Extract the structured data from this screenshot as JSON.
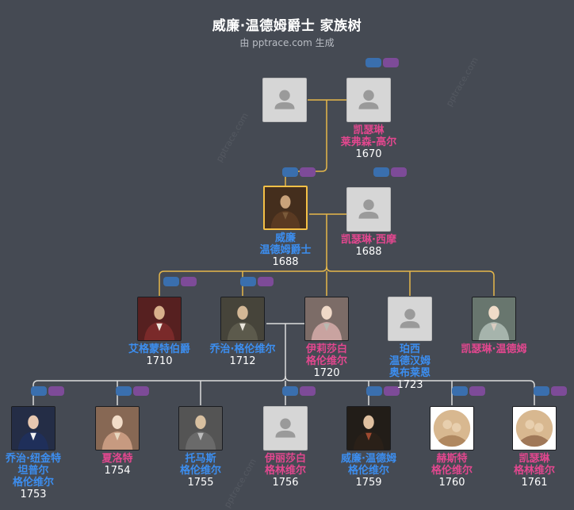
{
  "header": {
    "title": "威廉·温德姆爵士 家族树",
    "subtitle": "由 pptrace.com 生成",
    "watermark": "pptrace.com"
  },
  "colors": {
    "background": "#454a53",
    "male": "#3c8ef0",
    "female": "#e3478f",
    "focus_border": "#f5c046",
    "link_line": "#e6b84a",
    "child_line": "#dcdcdc"
  },
  "people": {
    "gf": {
      "name": [],
      "year": "",
      "gender": "m",
      "photo": "placeholder"
    },
    "gm": {
      "name": [
        "凯瑟琳",
        "莱弗森-高尔"
      ],
      "year": "1670",
      "gender": "f",
      "photo": "placeholder"
    },
    "william": {
      "name": [
        "威廉",
        "温德姆爵士"
      ],
      "year": "1688",
      "gender": "m",
      "photo": "portrait",
      "focus": true
    },
    "wife": {
      "name": [
        "凯瑟琳·西摩"
      ],
      "year": "1688",
      "gender": "f",
      "photo": "placeholder"
    },
    "c1": {
      "name": [
        "艾格蒙特伯爵"
      ],
      "year": "1710",
      "gender": "m",
      "photo": "portrait"
    },
    "c2": {
      "name": [
        "乔治·格伦维尔"
      ],
      "year": "1712",
      "gender": "m",
      "photo": "portrait"
    },
    "c3": {
      "name": [
        "伊莉莎白",
        "格伦维尔"
      ],
      "year": "1720",
      "gender": "f",
      "photo": "portrait"
    },
    "c4": {
      "name": [
        "珀西",
        "温德汉姆",
        "奥布莱恩"
      ],
      "year": "1723",
      "gender": "m",
      "photo": "placeholder"
    },
    "c5": {
      "name": [
        "凯瑟琳·温德姆"
      ],
      "year": "",
      "gender": "f",
      "photo": "portrait"
    },
    "g1": {
      "name": [
        "乔治·纽金特",
        "坦普尔",
        "格伦维尔"
      ],
      "year": "1753",
      "gender": "m",
      "photo": "portrait"
    },
    "g2": {
      "name": [
        "夏洛特"
      ],
      "year": "1754",
      "gender": "f",
      "photo": "portrait"
    },
    "g3": {
      "name": [
        "托马斯",
        "格伦维尔"
      ],
      "year": "1755",
      "gender": "m",
      "photo": "portrait"
    },
    "g4": {
      "name": [
        "伊丽莎白",
        "格林维尔"
      ],
      "year": "1756",
      "gender": "f",
      "photo": "placeholder"
    },
    "g5": {
      "name": [
        "威廉·温德姆",
        "格伦维尔"
      ],
      "year": "1759",
      "gender": "m",
      "photo": "portrait"
    },
    "g6": {
      "name": [
        "赫斯特",
        "格伦维尔"
      ],
      "year": "1760",
      "gender": "f",
      "photo": "portrait"
    },
    "g7": {
      "name": [
        "凯瑟琳",
        "格林维尔"
      ],
      "year": "1761",
      "gender": "f",
      "photo": "portrait"
    }
  }
}
